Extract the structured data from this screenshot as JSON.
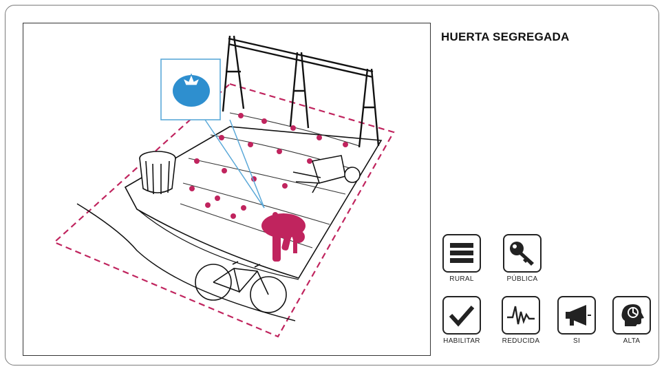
{
  "panel": {
    "title": "HUERTA SEGREGADA"
  },
  "colors": {
    "accent": "#c0245e",
    "tomato": "#2e8fcf",
    "border": "#222222"
  },
  "indicators": [
    {
      "label": "RURAL",
      "icon": "stacked-lines-icon"
    },
    {
      "label": "PÚBLICA",
      "icon": "key-icon"
    },
    {
      "label": "HABILITAR",
      "icon": "checkmark-icon"
    },
    {
      "label": "REDUCIDA",
      "icon": "pulse-wave-icon"
    },
    {
      "label": "SI",
      "icon": "megaphone-icon"
    },
    {
      "label": "ALTA",
      "icon": "head-brain-icon"
    }
  ]
}
